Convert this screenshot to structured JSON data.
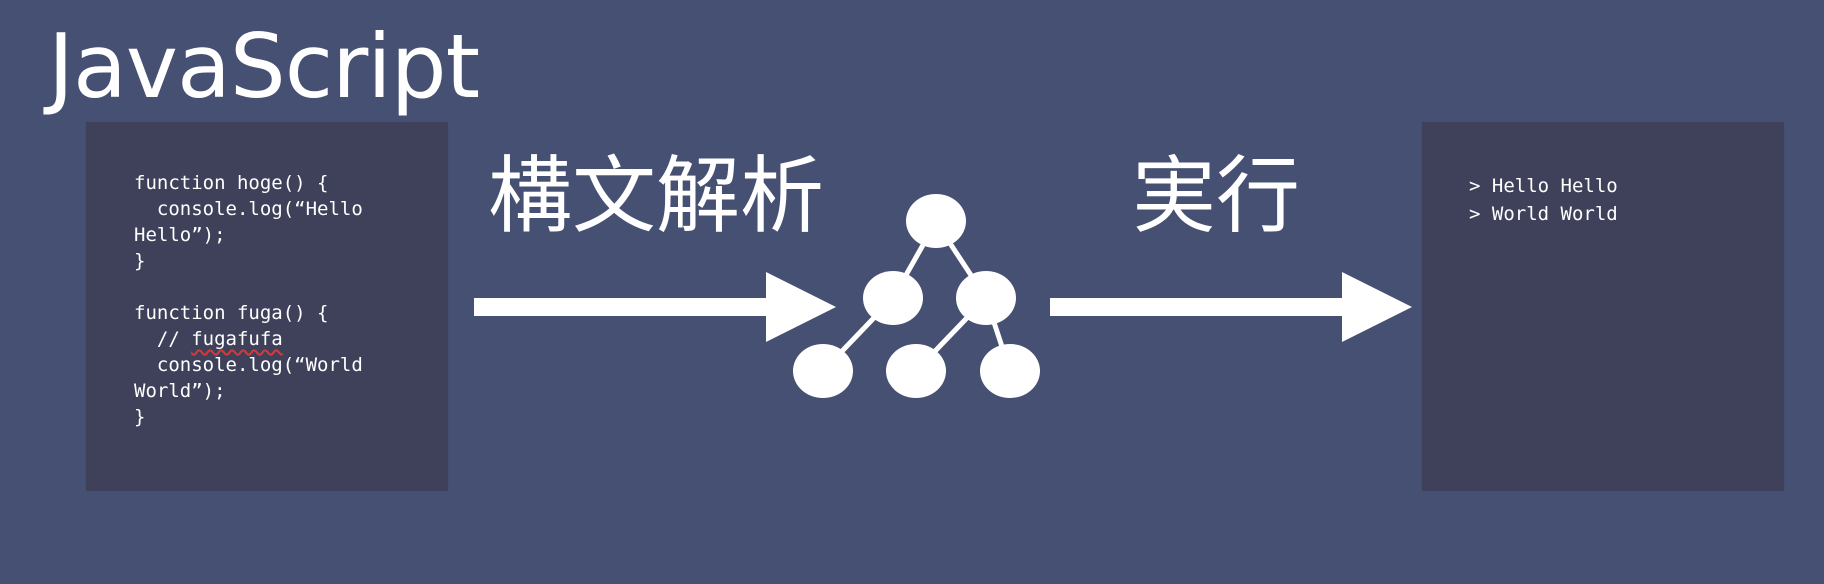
{
  "title": "JavaScript",
  "code_panel": {
    "lines": [
      "function hoge() {",
      "  console.log(“Hello",
      "Hello”);",
      "}",
      "",
      "function fuga() {",
      "  // ",
      "  console.log(“World",
      "World”);",
      "}"
    ],
    "comment_word": "fugafufa"
  },
  "steps": {
    "parse_label": "構文解析",
    "execute_label": "実行"
  },
  "output_panel": {
    "lines": [
      "> Hello Hello",
      "> World World"
    ]
  },
  "colors": {
    "background": "#465072",
    "panel": "#3e4159",
    "foreground": "#ffffff",
    "spellcheck_underline": "#d43a3a"
  },
  "icons": {
    "arrow_parse": "right-arrow-icon",
    "arrow_execute": "right-arrow-icon",
    "ast": "tree-icon"
  }
}
